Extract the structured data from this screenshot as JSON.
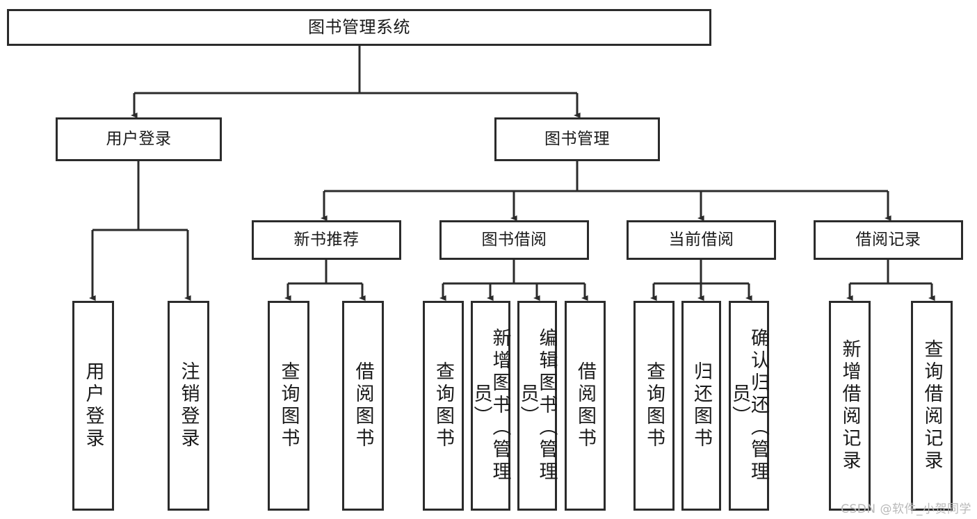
{
  "diagram": {
    "title": "图书管理系统",
    "type": "tree",
    "watermark": "CSDN @软件_小贺同学",
    "colors": {
      "border": "#2b2b2b",
      "fill": "#ffffff",
      "text": "#1a1a1a",
      "wire": "#2b2b2b",
      "watermark": "#b9b9b9"
    },
    "nodes": {
      "root": {
        "label": "图书管理系统"
      },
      "level1": [
        {
          "id": "user-login",
          "label": "用户登录"
        },
        {
          "id": "book-manage",
          "label": "图书管理"
        }
      ],
      "level2": [
        {
          "id": "new-book-rec",
          "label": "新书推荐"
        },
        {
          "id": "book-borrow",
          "label": "图书借阅"
        },
        {
          "id": "current-borrow",
          "label": "当前借阅"
        },
        {
          "id": "borrow-record",
          "label": "借阅记录"
        }
      ],
      "leaves": [
        {
          "id": "leaf-user-login",
          "label": "用户登录",
          "parent": "user-login"
        },
        {
          "id": "leaf-logout",
          "label": "注销登录",
          "parent": "user-login"
        },
        {
          "id": "leaf-query-book-1",
          "label": "查询图书",
          "parent": "new-book-rec"
        },
        {
          "id": "leaf-borrow-book-1",
          "label": "借阅图书",
          "parent": "new-book-rec"
        },
        {
          "id": "leaf-query-book-2",
          "label": "查询图书",
          "parent": "book-borrow"
        },
        {
          "id": "leaf-add-book",
          "label": "新增图书（管理员）",
          "parent": "book-borrow"
        },
        {
          "id": "leaf-edit-book",
          "label": "编辑图书（管理员）",
          "parent": "book-borrow"
        },
        {
          "id": "leaf-borrow-book-2",
          "label": "借阅图书",
          "parent": "book-borrow"
        },
        {
          "id": "leaf-query-book-3",
          "label": "查询图书",
          "parent": "current-borrow"
        },
        {
          "id": "leaf-return-book",
          "label": "归还图书",
          "parent": "current-borrow"
        },
        {
          "id": "leaf-confirm-return",
          "label": "确认归还（管理员）",
          "parent": "current-borrow"
        },
        {
          "id": "leaf-add-record",
          "label": "新增借阅记录",
          "parent": "borrow-record"
        },
        {
          "id": "leaf-query-record",
          "label": "查询借阅记录",
          "parent": "borrow-record"
        }
      ]
    }
  }
}
